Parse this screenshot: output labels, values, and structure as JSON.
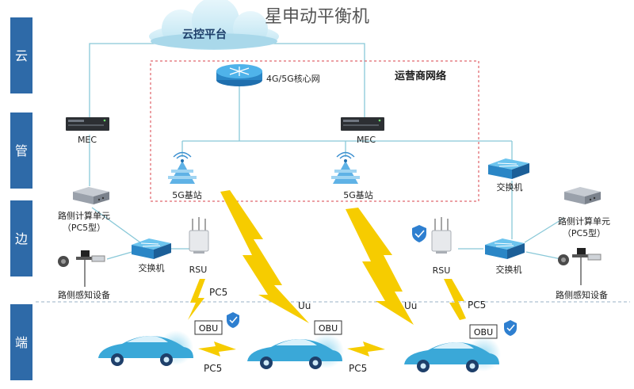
{
  "watermark": "星申动平衡机",
  "cloud_label": "云控平台",
  "layers": [
    "云",
    "管",
    "边",
    "端"
  ],
  "operator_network": "运营商网络",
  "core_network": "4G/5G核心网",
  "mec_left": "MEC",
  "mec_right": "MEC",
  "base_station_left": "5G基站",
  "base_station_right": "5G基站",
  "switch_top_right": "交换机",
  "rcu_left": "路侧计算单元",
  "rcu_left_type": "（PC5型）",
  "rcu_right": "路侧计算单元",
  "rcu_right_type": "（PC5型）",
  "switch_left": "交换机",
  "switch_right": "交换机",
  "rsu_left": "RSU",
  "rsu_right": "RSU",
  "sensor_left": "路侧感知设备",
  "sensor_right": "路侧感知设备",
  "pc5_top_left": "PC5",
  "pc5_top_right": "PC5",
  "uu_left": "Uu",
  "uu_right": "Uu",
  "obu_left": "OBU",
  "obu_mid": "OBU",
  "obu_right": "OBU",
  "pc5_bottom_left": "PC5",
  "pc5_bottom_right": "PC5",
  "colors": {
    "layer_band": "#2e6aa8",
    "line": "#89c8d8",
    "dashed_border": "#d9414a",
    "lightning": "#f6cc00",
    "car": "#3aa8d8",
    "shield": "#2e7fd0"
  }
}
